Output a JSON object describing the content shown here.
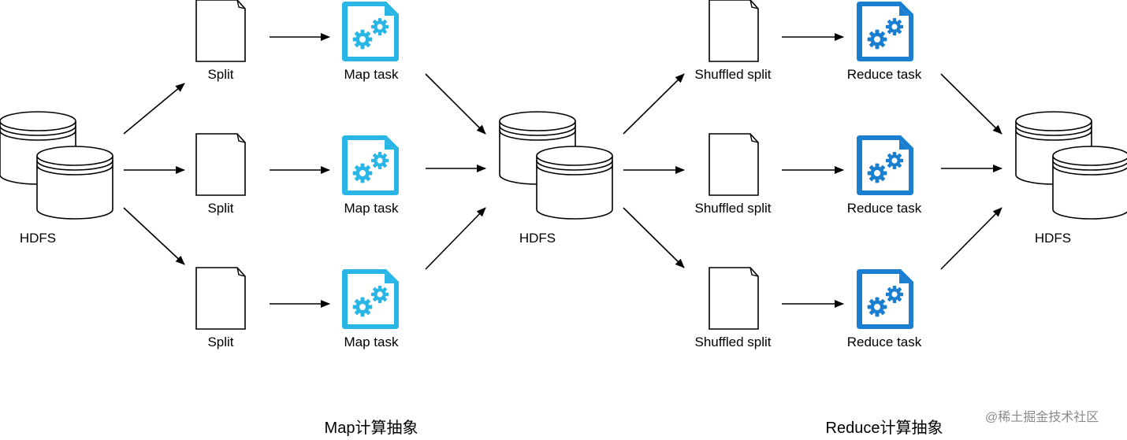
{
  "stages": {
    "input_label": "HDFS",
    "middle_label": "HDFS",
    "output_label": "HDFS",
    "splits": [
      "Split",
      "Split",
      "Split"
    ],
    "map_tasks": [
      "Map task",
      "Map task",
      "Map task"
    ],
    "shuffled_splits": [
      "Shuffled split",
      "Shuffled split",
      "Shuffled split"
    ],
    "reduce_tasks": [
      "Reduce task",
      "Reduce task",
      "Reduce task"
    ]
  },
  "captions": {
    "map": "Map计算抽象",
    "reduce": "Reduce计算抽象"
  },
  "watermark": "@稀土掘金技术社区",
  "colors": {
    "map_task": "#29b6e6",
    "reduce_task": "#1a7fd0",
    "stroke": "#000000"
  },
  "icons": {
    "storage": "database-icon",
    "split": "document-icon",
    "task": "gears-document-icon"
  }
}
